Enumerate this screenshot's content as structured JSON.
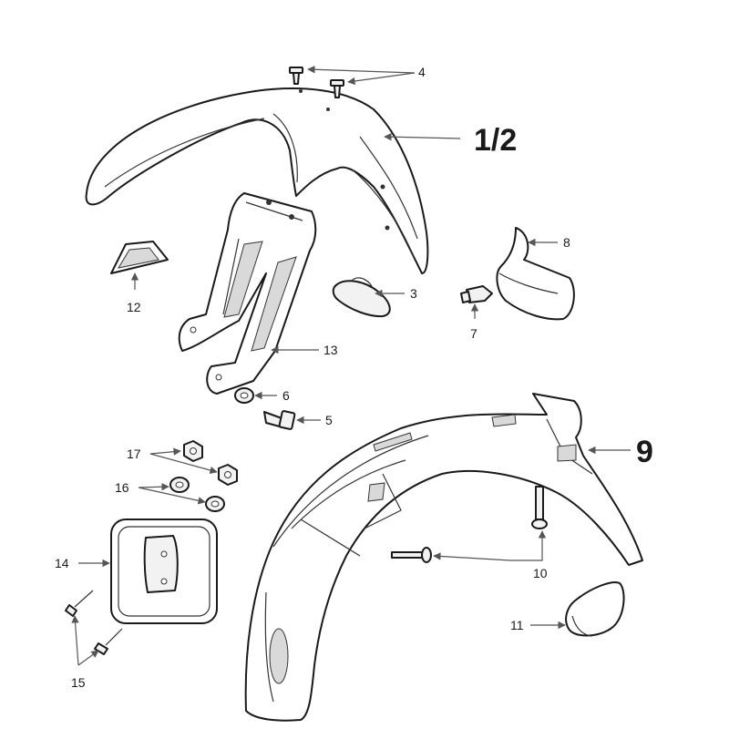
{
  "callouts": {
    "c4": "4",
    "c1_2": "1/2",
    "c8": "8",
    "c3": "3",
    "c7": "7",
    "c12": "12",
    "c13": "13",
    "c6": "6",
    "c5": "5",
    "c9": "9",
    "c17": "17",
    "c16": "16",
    "c14": "14",
    "c10": "10",
    "c11": "11",
    "c15": "15"
  }
}
